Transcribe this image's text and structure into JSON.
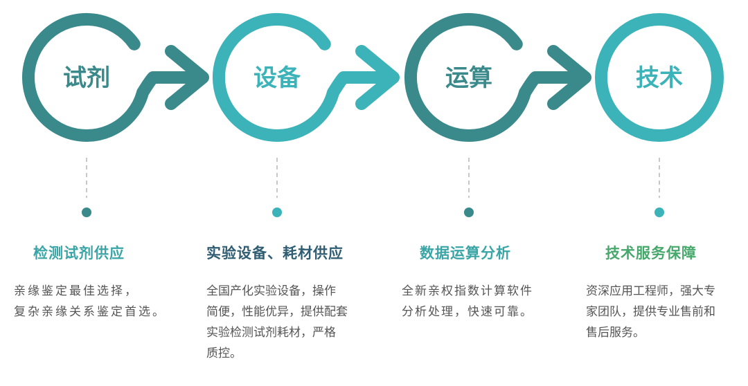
{
  "colors": {
    "dark_teal": "#3a8a8c",
    "light_teal": "#3bb3b8",
    "title_dark_blue": "#2f5d73",
    "title_teal": "#3aa5a6",
    "title_green": "#46a86b",
    "connector_gray": "#c8c8c8",
    "desc_text": "#555555"
  },
  "stages": [
    {
      "label": "试剂",
      "title": "检测试剂供应",
      "desc_lines": [
        "亲缘鉴定最佳选择，",
        "复杂亲缘关系鉴定首选。"
      ],
      "circle_color": "#3a8a8c",
      "title_color": "#3aa5a6"
    },
    {
      "label": "设备",
      "title": "实验设备、耗材供应",
      "desc_lines": [
        "全国产化实验设备，操作",
        "简便，性能优异，提供配套",
        "实验检测试剂耗材，严格",
        "质控。"
      ],
      "circle_color": "#3bb3b8",
      "title_color": "#2f5d73"
    },
    {
      "label": "运算",
      "title": "数据运算分析",
      "desc_lines": [
        "全新亲权指数计算软件",
        "分析处理，快速可靠。"
      ],
      "circle_color": "#3a8a8c",
      "title_color": "#3aa5a6"
    },
    {
      "label": "技术",
      "title": "技术服务保障",
      "desc_lines": [
        "资深应用工程师，强大专",
        "家团队，提供专业售前和",
        "售后服务。"
      ],
      "circle_color": "#3bb3b8",
      "title_color": "#46a86b"
    }
  ]
}
